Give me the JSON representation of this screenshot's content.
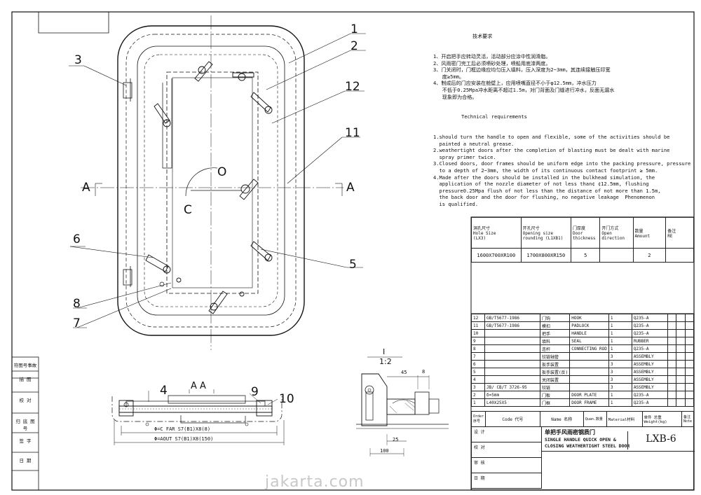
{
  "requirements": {
    "cn_title": "技术要求",
    "cn_lines": [
      "1、开启把手应转动灵活，活动部分应涂中性润滑脂。",
      "2、风雨密门完工后必须喷砂处理，喷船用底漆两度。",
      "3、门关闭时，门框边缘应均匀压入填料，压入深度为2~3mm，其连续接触压印宽",
      "   度≥5mm。",
      "4、制成后的门应安装在舱壁上，应用喷嘴直径不小于φ12.5mm，冲水压力",
      "   不低于0.25Mpa冲水距离不超过1.5m，对门背面及门缝进行冲水，反面无漏水",
      "   现象即为合格。"
    ],
    "en_title": "Technical requirements",
    "en_lines": [
      "1.should turn the handle to open and flexible, some of the activities should be",
      "  painted a neutral grease.",
      "2.weathertight doors after the completion of blasting must be dealt with marine",
      "  spray primer twice.",
      "3.Closed doors, door frames should be uniform edge into the packing pressure, pressure",
      "  to a depth of 2~3mm, the width of its continuous contact footprint ≥ 5mm.",
      "4.Made after the doors should be installed in the bulkhead simulation, the",
      "  application of the nozzle diameter of not less than¢ ¢12.5mm, flushing",
      "  pressure0.25Mpa flush of not less than the distance of not more than 1.5m,",
      "  the back door and the door for flushing, no negative leakage  Phenomenon",
      "  is qualified."
    ]
  },
  "spec_table": {
    "headers": [
      "洞孔尺寸\nHole Size\n(LX3)",
      "开孔尺寸\nOpening size\nrounding (L1XB1)",
      "门厚度\nDoor\nthickness",
      "开门方式\nOpen\ndirection",
      "数量\nAmount",
      "备注\nRE"
    ],
    "row": [
      "1600X700XR100",
      "1700X800XR150",
      "5",
      "",
      "2",
      ""
    ]
  },
  "parts": [
    [
      "12",
      "GB/T5677-1986",
      "门钩",
      "HOOK",
      "1",
      "Q235-A"
    ],
    [
      "11",
      "GB/T5677-1986",
      "模扣",
      "PADLOCK",
      "1",
      "Q235-A"
    ],
    [
      "10",
      "",
      "把手",
      "HANDLE",
      "1",
      "Q235-A"
    ],
    [
      "9",
      "",
      "填料",
      "SEAL",
      "1",
      "RUBBER"
    ],
    [
      "8",
      "",
      "连杆",
      "CONNECTING ROD",
      "1",
      "Q235-A"
    ],
    [
      "7",
      "",
      "铰链轴管",
      "",
      "3",
      "ASSEMBLY"
    ],
    [
      "6",
      "",
      "扳手装置",
      "",
      "3",
      "ASSEMBLY"
    ],
    [
      "5",
      "",
      "扳手装置(反)",
      "",
      "3",
      "ASSEMBLY"
    ],
    [
      "4",
      "",
      "关闭装置",
      "",
      "3",
      "ASSEMBLY"
    ],
    [
      "3",
      "JB/ CB/T 3726-95",
      "铰链",
      "",
      "3",
      "ASSEMBLY"
    ],
    [
      "2",
      "δ=5mm",
      "门板",
      "DOOR PLATE",
      "1",
      "Q235-A"
    ],
    [
      "1",
      "L40X25X5",
      "门框",
      "DOOR FRAME",
      "1",
      "Q235-A"
    ]
  ],
  "parts_header": {
    "order": "Order\n序号",
    "code": "Code 代号",
    "name": "Name 名称",
    "qty": "Quan.数量",
    "material": "Material材料",
    "weight": "单件 总重\nWeight(kg)",
    "note": "备注\nNote"
  },
  "title_block": {
    "title_cn": "单把手风雨密钢质门",
    "title_en_1": "SINGLE HANDLE QUICK OPEN &",
    "title_en_2": "CLOSING WEATHERTIGHT STEEL DOOR",
    "drawing_no": "LXB-6",
    "rows": [
      "设 计",
      "校 对",
      "审 核",
      "日 期"
    ]
  },
  "left_block": [
    "符图号事故",
    "描 图",
    "校 对",
    "归 底 图 号",
    "签 字",
    "日 期"
  ],
  "labels": {
    "l1": "1",
    "l2": "2",
    "l3": "3",
    "l5": "5",
    "l6": "6",
    "l7": "7",
    "l8": "8",
    "l11": "11",
    "l12": "12",
    "A_left": "A",
    "A_right": "A",
    "O": "O",
    "C": "C",
    "l4": "4",
    "l9": "9",
    "l10": "10",
    "AA": "A A",
    "sec": "I",
    "sec2": "1:2"
  },
  "dims": {
    "inner": "Φ=C FAR  S7(B1)X8(8) ",
    "outer": "Φ=AOUT  S7(B1)X8(150)",
    "d45": "45",
    "d8": "8",
    "d25": "25",
    "d100": "100"
  },
  "watermark": "jakarta.com"
}
